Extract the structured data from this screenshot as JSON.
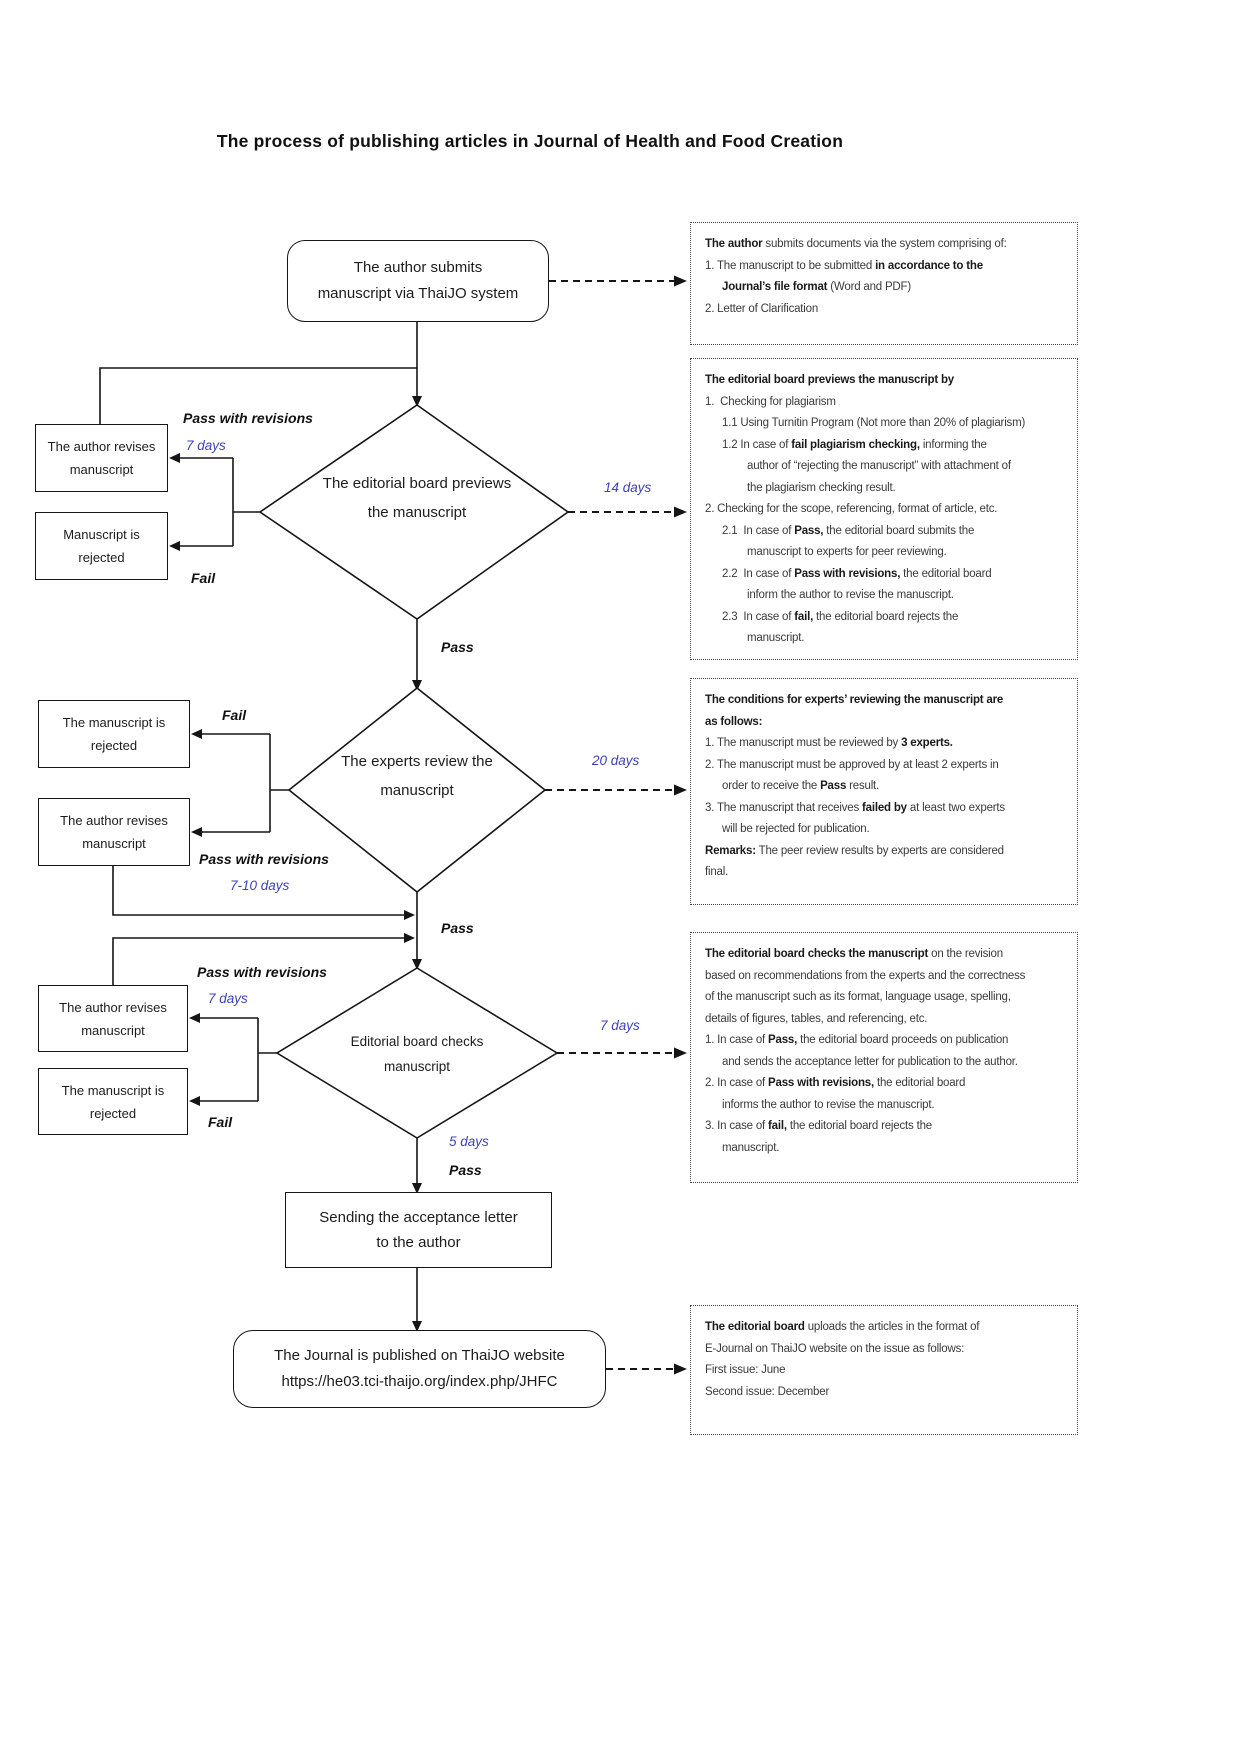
{
  "title": "The process of publishing articles in Journal of Health and Food Creation",
  "colors": {
    "days_label": "#3b3fc4",
    "connector": "#151515"
  },
  "flow": {
    "start": {
      "line1": "The author submits",
      "line2": "manuscript via ThaiJO system"
    },
    "diamond1": {
      "line1": "The editorial board",
      "line2": "previews the",
      "line3": "manuscript"
    },
    "diamond2": {
      "line1": "The experts",
      "line2": "review the",
      "line3": "manuscript"
    },
    "diamond3": {
      "line1": "Editorial board",
      "line2": "checks manuscript"
    },
    "send": {
      "line1": "Sending the acceptance letter",
      "line2": "to the author"
    },
    "end": {
      "line1": "The Journal is published on ThaiJO website",
      "line2": "https://he03.tci-thaijo.org/index.php/JHFC"
    },
    "side1_revise": {
      "line1": "The author revises",
      "line2": "manuscript"
    },
    "side1_reject": {
      "line1": "Manuscript is",
      "line2": "rejected"
    },
    "side2_reject": {
      "line1": "The manuscript is",
      "line2": "rejected"
    },
    "side2_revise": {
      "line1": "The author revises",
      "line2": "manuscript"
    },
    "side3_revise": {
      "line1": "The author revises",
      "line2": "manuscript"
    },
    "side3_reject": {
      "line1": "The manuscript is",
      "line2": "rejected"
    }
  },
  "labels": {
    "pwr1": "Pass with revisions",
    "pwr2": "Pass with revisions",
    "pwr3": "Pass with revisions",
    "fail1": "Fail",
    "fail2": "Fail",
    "fail3": "Fail",
    "pass1": "Pass",
    "pass2": "Pass",
    "pass3": "Pass",
    "days_d1": "14 days",
    "days_d2": "20 days",
    "days_d3": "7 days",
    "days_r1": "7 days",
    "days_r2": "7-10 days",
    "days_r3": "7 days",
    "days_accept": "5 days"
  },
  "info_boxes": [
    {
      "lines": [
        {
          "t": "**The author** submits documents via the system comprising of:",
          "ind": 0
        },
        {
          "t": "1. The manuscript to be submitted **in accordance to the**",
          "ind": 0
        },
        {
          "t": "**Journal’s file format** (Word and PDF)",
          "ind": 1
        },
        {
          "t": "2. Letter of Clarification",
          "ind": 0
        }
      ]
    },
    {
      "lines": [
        {
          "t": "**The editorial board previews the manuscript by**",
          "ind": 0
        },
        {
          "t": "1.  Checking for plagiarism",
          "ind": 0
        },
        {
          "t": "1.1 Using Turnitin Program (Not more than 20% of plagiarism)",
          "ind": 1
        },
        {
          "t": "1.2 In case of **fail plagiarism checking,** informing the",
          "ind": 1
        },
        {
          "t": "author of “rejecting the manuscript” with attachment of",
          "ind": 2
        },
        {
          "t": "the plagiarism checking result.",
          "ind": 2
        },
        {
          "t": "2. Checking for the scope, referencing, format of article, etc.",
          "ind": 0
        },
        {
          "t": "2.1  In case of **Pass,** the editorial board submits the",
          "ind": 1
        },
        {
          "t": "manuscript to experts for peer reviewing.",
          "ind": 2
        },
        {
          "t": "2.2  In case of **Pass with revisions,** the editorial board",
          "ind": 1
        },
        {
          "t": "inform the author to revise the manuscript.",
          "ind": 2
        },
        {
          "t": "2.3  In case of **fail,** the editorial board rejects the",
          "ind": 1
        },
        {
          "t": "manuscript.",
          "ind": 2
        }
      ]
    },
    {
      "lines": [
        {
          "t": "**The conditions for experts’ reviewing the manuscript are**",
          "ind": 0
        },
        {
          "t": "**as follows:**",
          "ind": 0
        },
        {
          "t": "1. The manuscript must be reviewed by **3 experts.**",
          "ind": 0
        },
        {
          "t": "2. The manuscript must be approved by at least 2 experts in",
          "ind": 0
        },
        {
          "t": "order to receive the **Pass** result.",
          "ind": 1
        },
        {
          "t": "3. The manuscript that receives **failed by** at least two experts",
          "ind": 0
        },
        {
          "t": "will be rejected for publication.",
          "ind": 1
        },
        {
          "t": "**Remarks:** The peer review results by experts are considered",
          "ind": 0
        },
        {
          "t": "final.",
          "ind": 0
        }
      ]
    },
    {
      "lines": [
        {
          "t": "**The editorial board checks the manuscript** on the revision",
          "ind": 0
        },
        {
          "t": "based on recommendations from the experts and the correctness",
          "ind": 0
        },
        {
          "t": "of the manuscript such as its format, language usage, spelling,",
          "ind": 0
        },
        {
          "t": "details of figures, tables, and referencing, etc.",
          "ind": 0
        },
        {
          "t": "1. In case of **Pass,** the editorial board proceeds on publication",
          "ind": 0
        },
        {
          "t": "and sends the acceptance letter for publication to the author.",
          "ind": 1
        },
        {
          "t": "2. In case of **Pass with revisions,** the editorial board",
          "ind": 0
        },
        {
          "t": "informs the author to revise the manuscript.",
          "ind": 1
        },
        {
          "t": "3. In case of **fail,** the editorial board rejects the",
          "ind": 0
        },
        {
          "t": "manuscript.",
          "ind": 1
        }
      ]
    },
    {
      "lines": [
        {
          "t": "**The editorial board** uploads the articles in the format of",
          "ind": 0
        },
        {
          "t": "E-Journal on ThaiJO website on the issue as follows:",
          "ind": 0
        },
        {
          "t": "First issue: June",
          "ind": 0
        },
        {
          "t": "Second issue: December",
          "ind": 0
        }
      ]
    }
  ]
}
